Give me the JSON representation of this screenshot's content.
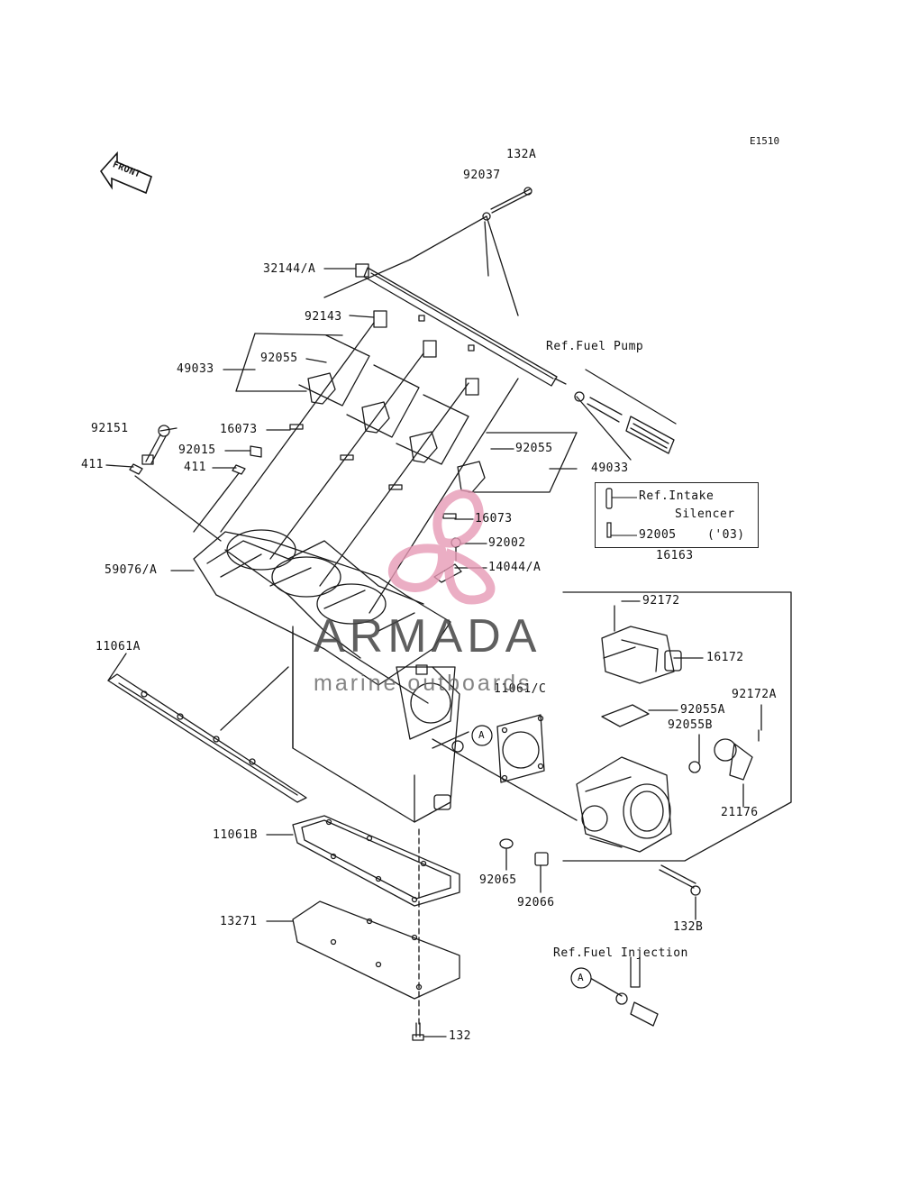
{
  "diagram": {
    "code": "E1510",
    "front_label": "FRONT",
    "watermark": {
      "title": "ARMADA",
      "subtitle": "marine outboards"
    },
    "ref_box": {
      "line1": "Ref.Intake",
      "line2": "Silencer",
      "part": "92005",
      "year": "('03)"
    },
    "labels": [
      {
        "id": "132A",
        "text": "132A"
      },
      {
        "id": "92037",
        "text": "92037"
      },
      {
        "id": "32144A",
        "text": "32144/A"
      },
      {
        "id": "92143",
        "text": "92143"
      },
      {
        "id": "ref-fuel-pump",
        "text": "Ref.Fuel Pump"
      },
      {
        "id": "49033-left",
        "text": "49033"
      },
      {
        "id": "92055-left",
        "text": "92055"
      },
      {
        "id": "92151",
        "text": "92151"
      },
      {
        "id": "16073-left",
        "text": "16073"
      },
      {
        "id": "92015",
        "text": "92015"
      },
      {
        "id": "411-left",
        "text": "411"
      },
      {
        "id": "411-right",
        "text": "411"
      },
      {
        "id": "92055-right",
        "text": "92055"
      },
      {
        "id": "49033-right",
        "text": "49033"
      },
      {
        "id": "16073-right",
        "text": "16073"
      },
      {
        "id": "92002",
        "text": "92002"
      },
      {
        "id": "14044A",
        "text": "14044/A"
      },
      {
        "id": "16163",
        "text": "16163"
      },
      {
        "id": "59076A",
        "text": "59076/A"
      },
      {
        "id": "92172",
        "text": "92172"
      },
      {
        "id": "16172",
        "text": "16172"
      },
      {
        "id": "11061A",
        "text": "11061A"
      },
      {
        "id": "11061C",
        "text": "11061/C"
      },
      {
        "id": "92055A",
        "text": "92055A"
      },
      {
        "id": "92172A",
        "text": "92172A"
      },
      {
        "id": "92055B",
        "text": "92055B"
      },
      {
        "id": "21176",
        "text": "21176"
      },
      {
        "id": "11061B",
        "text": "11061B"
      },
      {
        "id": "92065",
        "text": "92065"
      },
      {
        "id": "92066",
        "text": "92066"
      },
      {
        "id": "132B",
        "text": "132B"
      },
      {
        "id": "13271",
        "text": "13271"
      },
      {
        "id": "ref-fuel-injection",
        "text": "Ref.Fuel Injection"
      },
      {
        "id": "132",
        "text": "132"
      }
    ],
    "callouts": [
      {
        "id": "A-main",
        "text": "A"
      },
      {
        "id": "A-ref",
        "text": "A"
      }
    ]
  }
}
